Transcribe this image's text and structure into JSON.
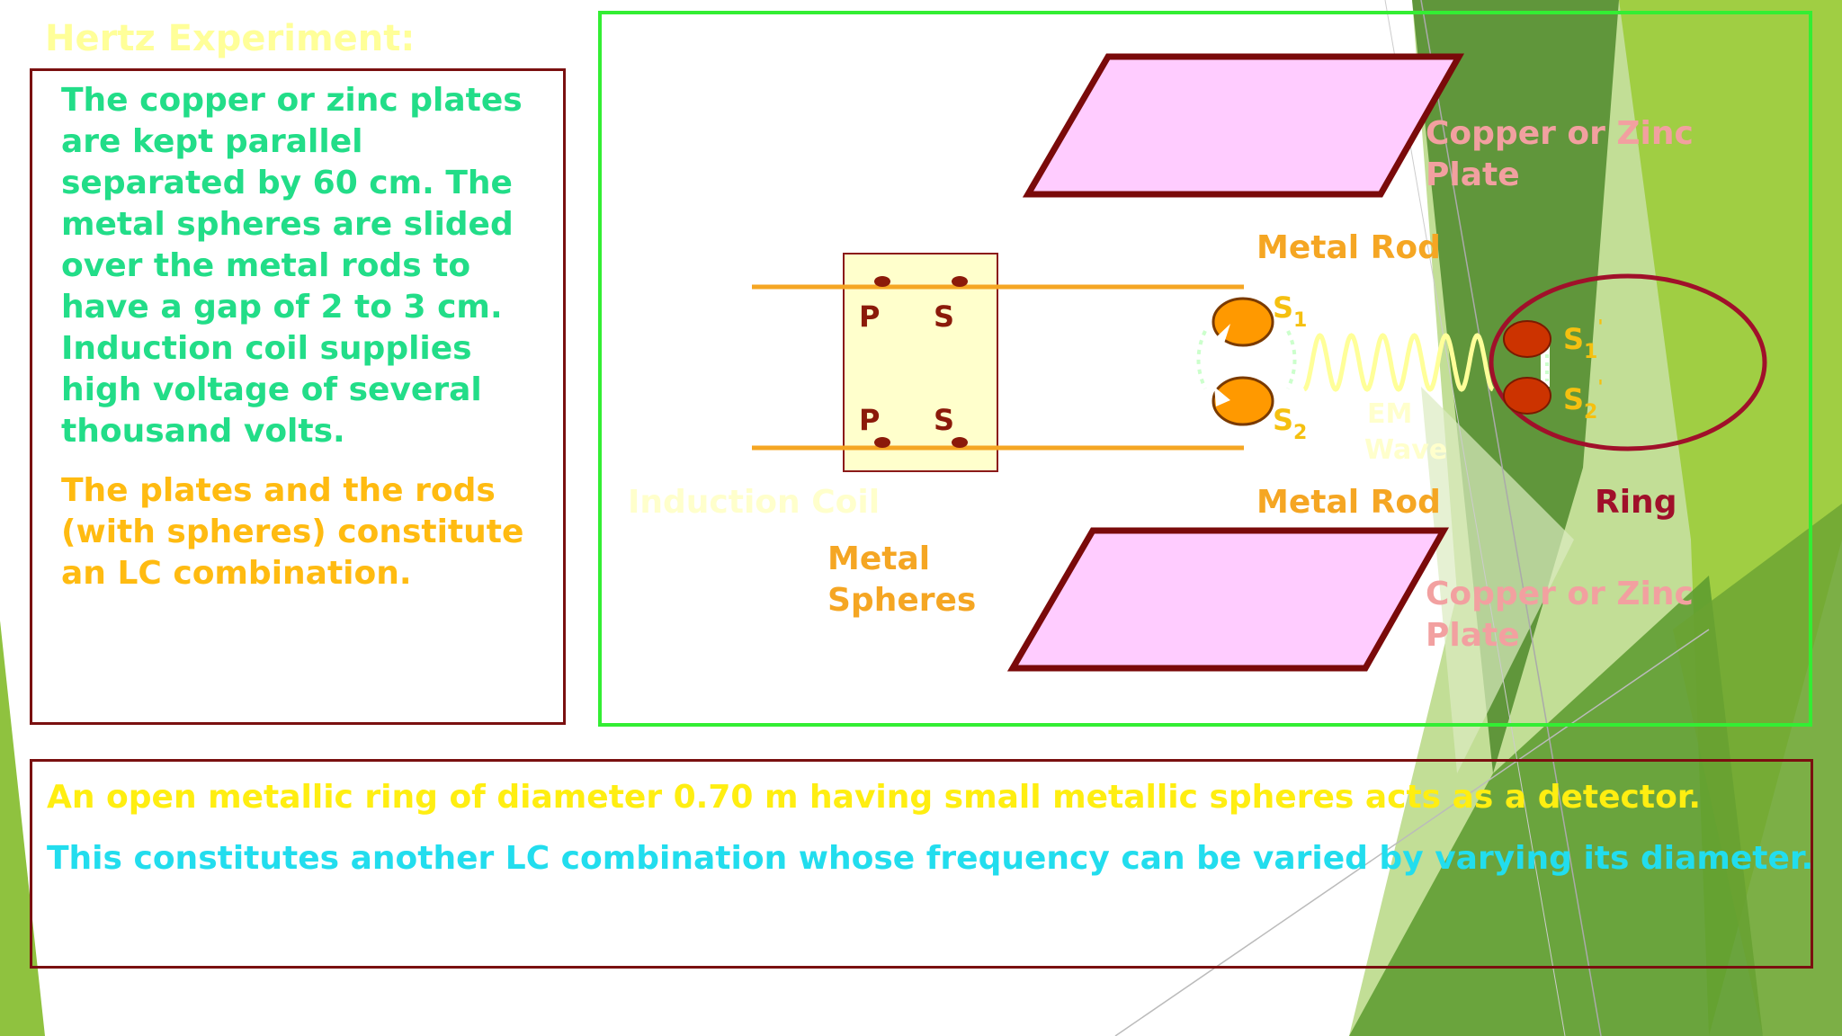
{
  "slide": {
    "title": "Hertz Experiment:",
    "paragraphs": [
      "The copper or zinc plates are kept parallel separated by 60 cm.  The metal spheres are slided over the metal rods to have a gap of 2 to 3 cm. Induction coil supplies high voltage of several thousand volts.",
      "The plates and the rods (with spheres) constitute an LC combination."
    ],
    "bottom_lines": [
      "An open metallic ring of diameter 0.70 m having small metallic spheres acts as a detector.",
      "This constitutes another LC combination whose frequency can be varied by varying its diameter."
    ]
  },
  "diagram": {
    "plate_top_label": [
      "Copper or Zinc",
      "Plate"
    ],
    "plate_bottom_label": [
      "Copper or Zinc",
      "Plate"
    ],
    "rod_top_label": "Metal Rod",
    "rod_bottom_label": "Metal Rod",
    "coil_terminals": [
      "P",
      "S",
      "P",
      "S"
    ],
    "coil_label": "Induction Coil",
    "spheres_label": [
      "Metal",
      "Spheres"
    ],
    "s1": {
      "letter": "S",
      "sub": "1"
    },
    "s2": {
      "letter": "S",
      "sub": "2"
    },
    "s1p": {
      "letter": "S",
      "sub": "1",
      "prime": "'"
    },
    "s2p": {
      "letter": "S",
      "sub": "2",
      "prime": "'"
    },
    "wave_label": [
      "EM",
      "Wave"
    ],
    "ring_label": "Ring"
  },
  "colors": {
    "title": "#ffff99",
    "para1": "#22dd88",
    "para2": "#ffbb11",
    "line1": "#ffee11",
    "line2": "#22ddee",
    "plate_fill": "#ffccff",
    "plate_stroke": "#7a0a0a",
    "rod": "#f5a623",
    "sphere": "#ff9900",
    "ring": "#a0102a",
    "detector_sphere": "#cc3300",
    "frame": "#33ee33",
    "box_border": "#7a1010"
  }
}
